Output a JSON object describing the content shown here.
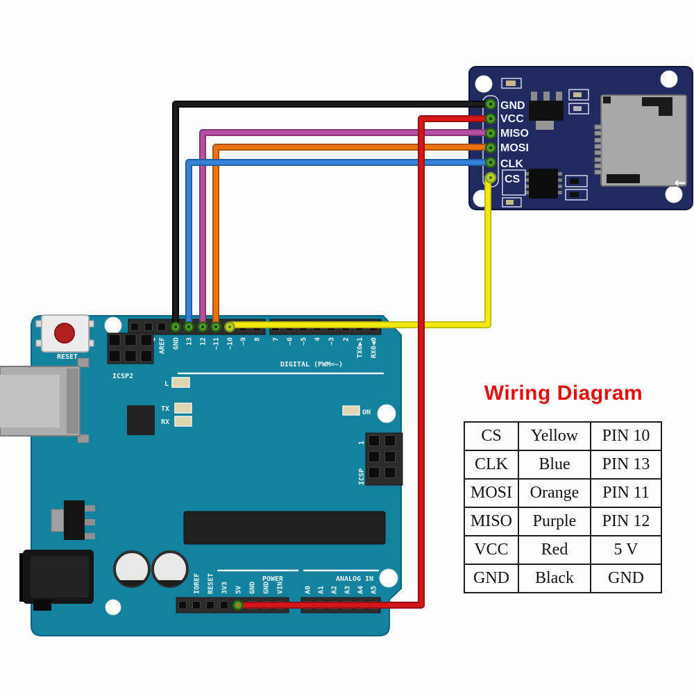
{
  "title": {
    "text": "Wiring Diagram"
  },
  "table": {
    "rows": [
      [
        "CS",
        "Yellow",
        "PIN 10"
      ],
      [
        "CLK",
        "Blue",
        "PIN 13"
      ],
      [
        "MOSI",
        "Orange",
        "PIN 11"
      ],
      [
        "MISO",
        "Purple",
        "PIN 12"
      ],
      [
        "VCC",
        "Red",
        "5 V"
      ],
      [
        "GND",
        "Black",
        "GND"
      ]
    ]
  },
  "sd_module": {
    "pin_labels": [
      "GND",
      "VCC",
      "MISO",
      "MOSI",
      "CLK",
      "CS"
    ],
    "arrow": "←"
  },
  "arduino": {
    "digital_labels": [
      "AREF",
      "GND",
      "13",
      "12",
      "~11",
      "~10",
      "~9",
      "8",
      "7",
      "~6",
      "~5",
      "4",
      "~3",
      "2",
      "TX0▶1",
      "RX0◀0"
    ],
    "power_labels": [
      "IOREF",
      "RESET",
      "3V3",
      "5V",
      "GND",
      "GND",
      "VIN"
    ],
    "analog_labels": [
      "A0",
      "A1",
      "A2",
      "A3",
      "A4",
      "A5"
    ],
    "captions": {
      "digital": "DIGITAL (PWM=~)",
      "power": "POWER",
      "analog": "ANALOG IN",
      "reset": "RESET",
      "icsp2": "ICSP2",
      "icsp": "ICSP",
      "icsp_pin1": "1",
      "led_l": "L",
      "led_tx": "TX",
      "led_rx": "RX",
      "led_on": "ON"
    }
  },
  "colors": {
    "board": "#12829e",
    "board_edge": "#0a637c",
    "module": "#202a5e",
    "module_edge": "#10173d",
    "header": "#2c2c2c",
    "silk": "#eef6f8",
    "title_red": "#e60d0d",
    "table_border": "#1c1c1c",
    "table_text": "#141414",
    "pad_green": "#4f9a2d",
    "pad_ring": "#275c10",
    "pad_cs": "#b8d32c",
    "wire_black": "#1c1c1c",
    "wire_black_dark": "#000000",
    "wire_red": "#d41616",
    "wire_red_dark": "#8e0e0e",
    "wire_purple": "#b44fa2",
    "wire_purple_dark": "#7d336f",
    "wire_orange": "#ea7411",
    "wire_orange_dark": "#a34d07",
    "wire_blue": "#3381d8",
    "wire_blue_dark": "#205a9d",
    "wire_yellow": "#f2e90e",
    "wire_yellow_dark": "#bdb50a"
  }
}
